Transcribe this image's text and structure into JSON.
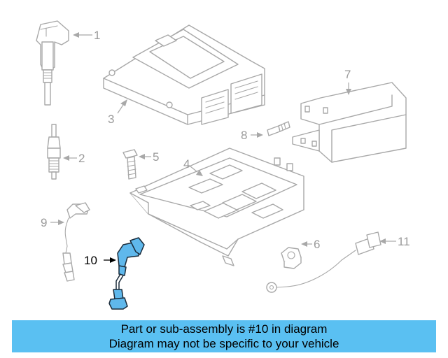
{
  "diagram": {
    "callouts": [
      "1",
      "2",
      "3",
      "4",
      "5",
      "6",
      "7",
      "8",
      "9",
      "10",
      "11"
    ],
    "highlighted_part": "10",
    "colors": {
      "highlight": "#5fb8ec",
      "part_outline": "#a8a8a8",
      "callout_text": "#9a9a9a"
    }
  },
  "banner": {
    "line1": "Part or sub-assembly is #10 in diagram",
    "line2": "Diagram may not be specific to your vehicle",
    "color": "#5ac0f2"
  }
}
